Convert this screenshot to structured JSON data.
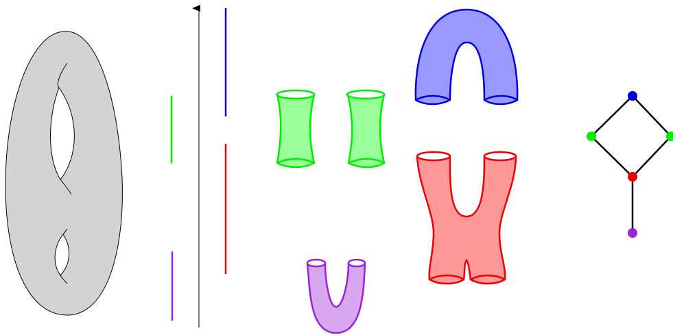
{
  "diagram": {
    "colors": {
      "surface_fill": "#d3d3d3",
      "surface_stroke": "#000000",
      "green": "#00ee00",
      "green_fill": "#99ff99",
      "blue": "#0000dd",
      "blue_fill": "#9999ff",
      "red": "#ee0000",
      "red_fill": "#ff9999",
      "purple": "#9922dd",
      "purple_fill": "#d9a6f0",
      "axis": "#000000"
    },
    "surface": {
      "description_free": true,
      "holes": 2
    },
    "barcode": {
      "bars": [
        {
          "name": "blue-bar",
          "color": "blue"
        },
        {
          "name": "green-bar",
          "color": "green"
        },
        {
          "name": "red-bar",
          "color": "red"
        },
        {
          "name": "purple-bar",
          "color": "purple"
        }
      ]
    },
    "cobordisms": [
      {
        "name": "green-cylinder-left",
        "color": "green",
        "kind": "cylinder"
      },
      {
        "name": "green-cylinder-right",
        "color": "green",
        "kind": "cylinder"
      },
      {
        "name": "blue-cap-cobordism",
        "color": "blue",
        "kind": "cap"
      },
      {
        "name": "red-pants-cobordism",
        "color": "red",
        "kind": "pants"
      },
      {
        "name": "purple-cup-cobordism",
        "color": "purple",
        "kind": "cup"
      }
    ],
    "graph": {
      "nodes": [
        {
          "id": "top",
          "color": "blue"
        },
        {
          "id": "left",
          "color": "green"
        },
        {
          "id": "right",
          "color": "green"
        },
        {
          "id": "middle",
          "color": "red"
        },
        {
          "id": "bottom",
          "color": "purple"
        }
      ],
      "edges": [
        [
          "top",
          "left"
        ],
        [
          "top",
          "right"
        ],
        [
          "left",
          "middle"
        ],
        [
          "right",
          "middle"
        ],
        [
          "middle",
          "bottom"
        ]
      ]
    }
  }
}
